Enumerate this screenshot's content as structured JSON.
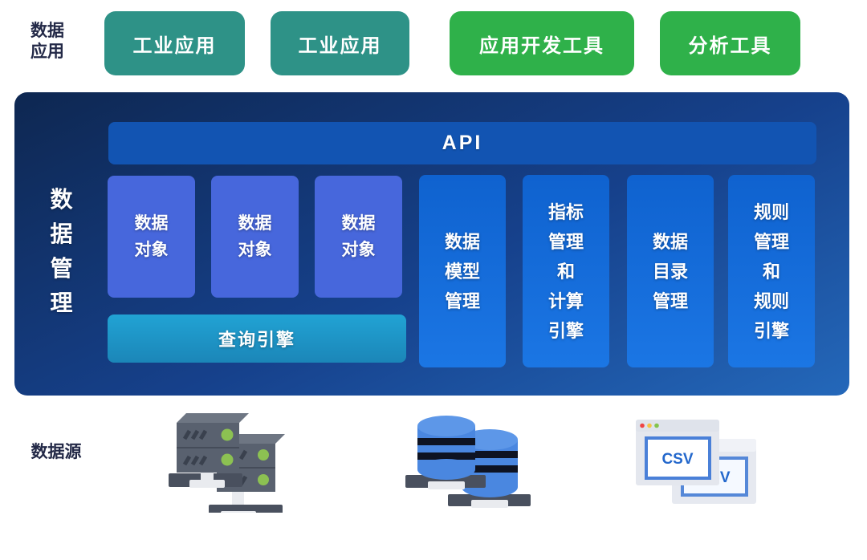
{
  "app_layer": {
    "label": "数据\n应用",
    "buttons": [
      {
        "label": "工业应用",
        "color": "#2e9287"
      },
      {
        "label": "工业应用",
        "color": "#2e9287"
      },
      {
        "label": "应用开发工具",
        "color": "#2fb14a"
      },
      {
        "label": "分析工具",
        "color": "#2fb14a"
      }
    ]
  },
  "management": {
    "label": "数\n据\n管\n理",
    "api_label": "API",
    "data_objects": [
      "数据\n对象",
      "数据\n对象",
      "数据\n对象"
    ],
    "query_engine_label": "查询引擎",
    "columns": [
      {
        "label": "数据\n模型\n管理"
      },
      {
        "label": "指标\n管理\n和\n计算\n引擎"
      },
      {
        "label": "数据\n目录\n管理"
      },
      {
        "label": "规则\n管理\n和\n规则\n引擎"
      }
    ]
  },
  "datasources": {
    "label": "数据源",
    "csv_label": "CSV",
    "icons": [
      "server-cluster-icon",
      "database-cluster-icon",
      "csv-files-icon"
    ]
  },
  "colors": {
    "teal_button": "#2e9287",
    "green_button": "#2fb14a",
    "panel_gradient_start": "#0e2751",
    "panel_gradient_end": "#2468ba",
    "api_bar": "#1254b2",
    "data_object_block": "#4767dc",
    "query_engine_start": "#21a3d4",
    "query_engine_end": "#1b86b8",
    "column_block_start": "#0f62cf",
    "column_block_end": "#1b76e4",
    "label_text": "#232947",
    "server_body": "#59616f",
    "server_led": "#8cc152",
    "database_body": "#4a87e0",
    "csv_window": "#e6e9f0",
    "csv_accent": "#4a80d8"
  }
}
